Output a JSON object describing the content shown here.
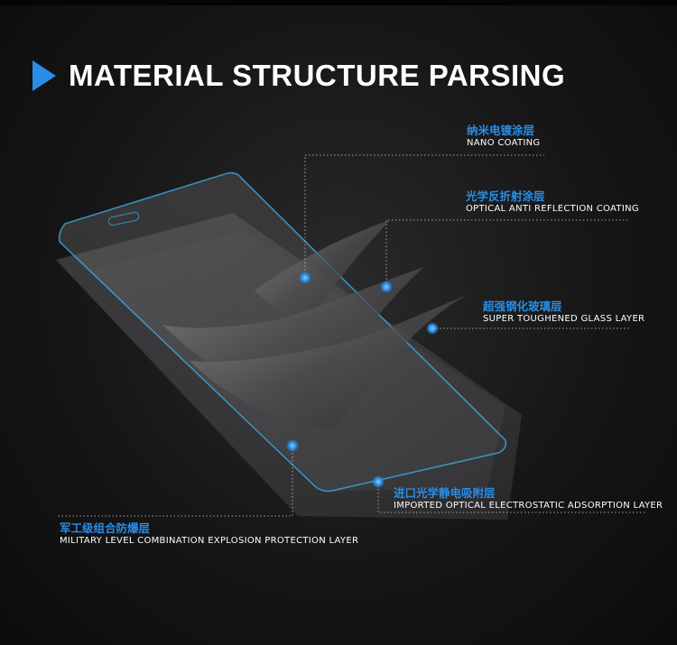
{
  "header": {
    "title": "MATERIAL STRUCTURE PARSING",
    "icon": "arrow-right-icon"
  },
  "colors": {
    "accent": "#2a8de8",
    "text": "#ffffff",
    "background": "#161617"
  },
  "layers": [
    {
      "cn": "纳米电镀涂层",
      "en": "NANO COATING"
    },
    {
      "cn": "光学反折射涂层",
      "en": "OPTICAL ANTI REFLECTION COATING"
    },
    {
      "cn": "超强钢化玻璃层",
      "en": "SUPER TOUGHENED GLASS LAYER"
    },
    {
      "cn": "进口光学静电吸附层",
      "en": "IMPORTED OPTICAL ELECTROSTATIC ADSORPTION LAYER"
    },
    {
      "cn": "军工级组合防爆层",
      "en": "MILITARY LEVEL COMBINATION EXPLOSION PROTECTION LAYER"
    }
  ]
}
